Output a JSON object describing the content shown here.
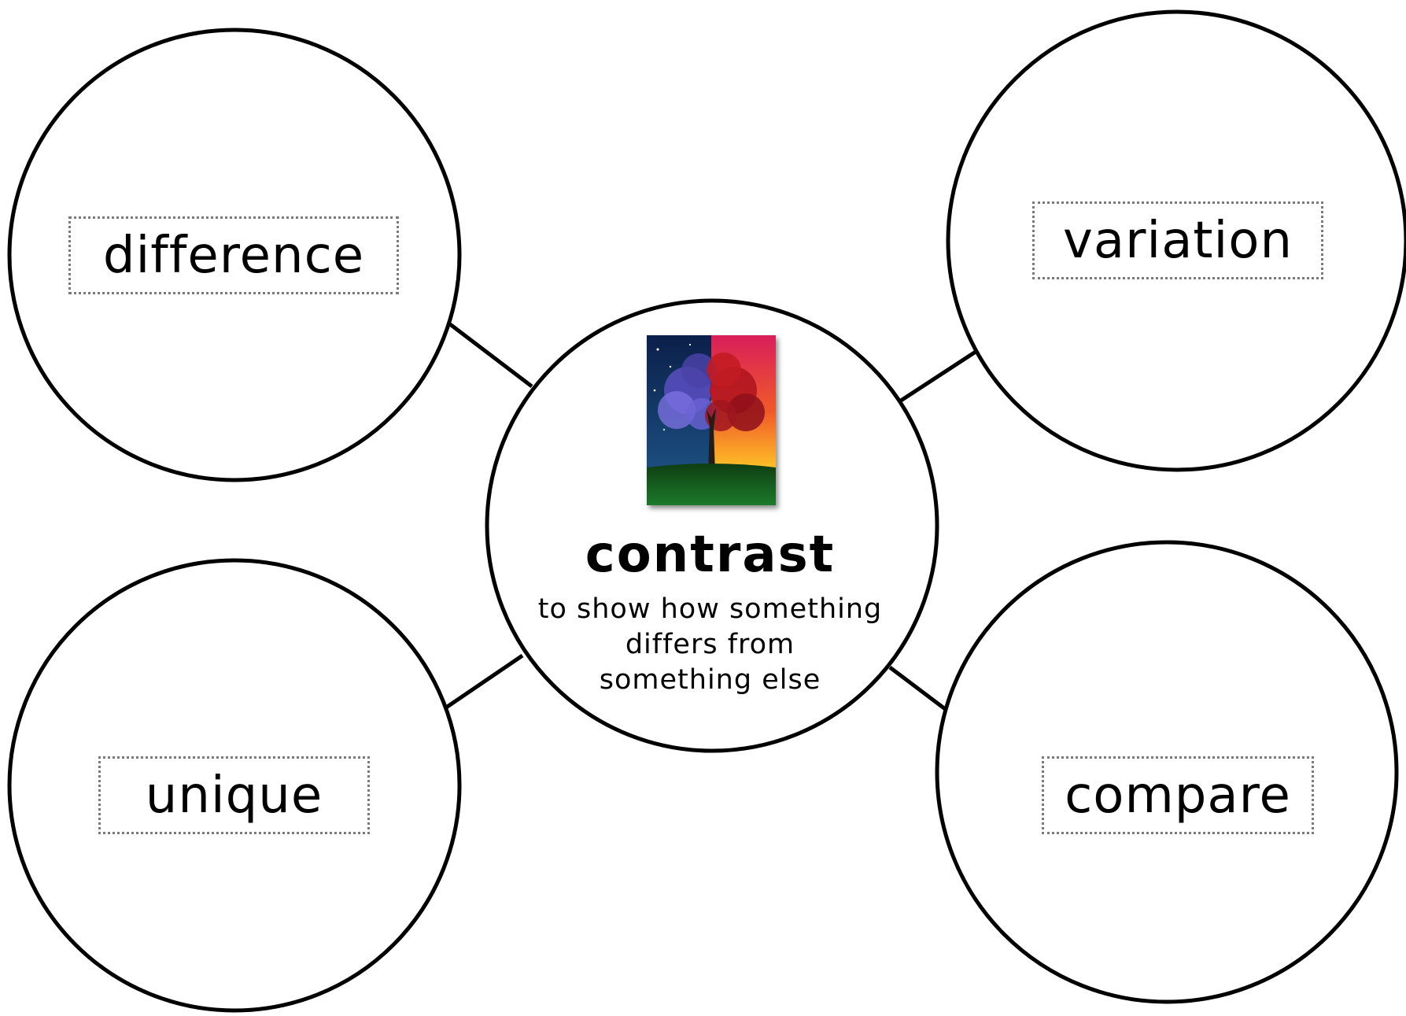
{
  "center": {
    "title": "contrast",
    "description_lines": [
      "to show how something",
      "differs from",
      "something else"
    ],
    "image": "day-night-tree-illustration"
  },
  "satellites": {
    "top_left": "difference",
    "top_right": "variation",
    "bottom_left": "unique",
    "bottom_right": "compare"
  },
  "colors": {
    "stroke": "#000000",
    "label_border": "#7a7a7a",
    "background": "#ffffff"
  }
}
